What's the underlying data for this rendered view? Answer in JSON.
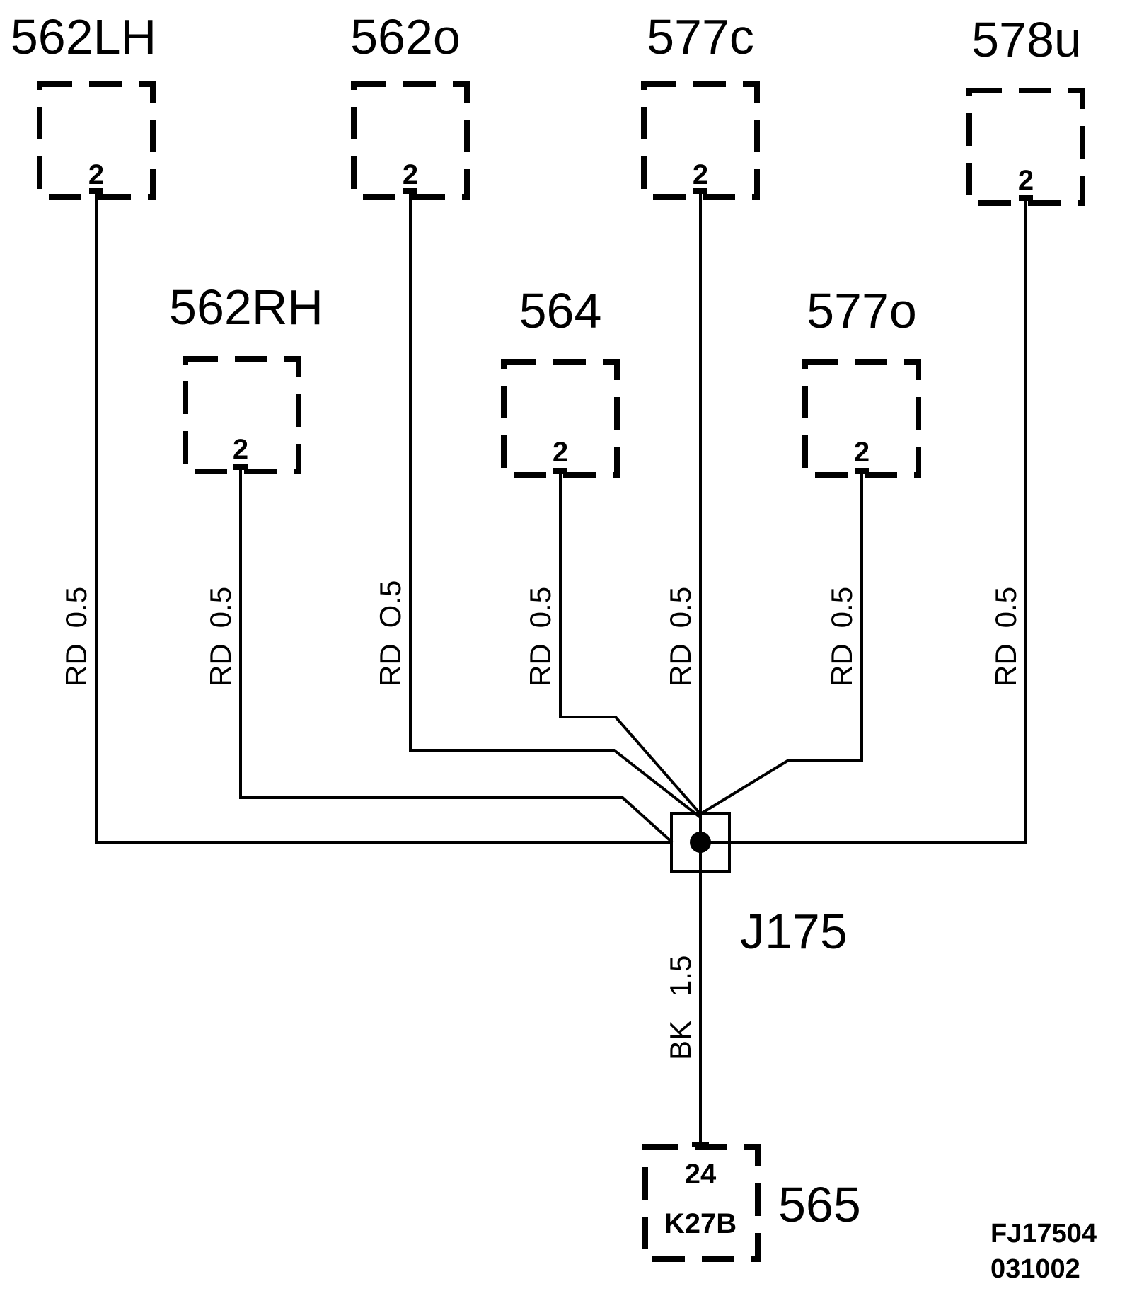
{
  "components": [
    {
      "id": "c562lh",
      "label": "562LH",
      "pin": "2"
    },
    {
      "id": "c562o",
      "label": "562o",
      "pin": "2"
    },
    {
      "id": "c577c",
      "label": "577c",
      "pin": "2"
    },
    {
      "id": "c578u",
      "label": "578u",
      "pin": "2"
    },
    {
      "id": "c562rh",
      "label": "562RH",
      "pin": "2"
    },
    {
      "id": "c564",
      "label": "564",
      "pin": "2"
    },
    {
      "id": "c577o",
      "label": "577o",
      "pin": "2"
    }
  ],
  "wires": [
    {
      "color": "RD",
      "size": "0.5"
    },
    {
      "color": "RD",
      "size": "0.5"
    },
    {
      "color": "RD",
      "size": "O.5"
    },
    {
      "color": "RD",
      "size": "0.5"
    },
    {
      "color": "RD",
      "size": "0.5"
    },
    {
      "color": "RD",
      "size": "0.5"
    },
    {
      "color": "RD",
      "size": "0.5"
    }
  ],
  "splice": {
    "label": "J175"
  },
  "ground_wire": {
    "color": "BK",
    "size": "1.5"
  },
  "connector": {
    "label": "565",
    "pin": "24",
    "code": "K27B"
  },
  "reference": {
    "code": "FJ17504",
    "date": "031002"
  }
}
